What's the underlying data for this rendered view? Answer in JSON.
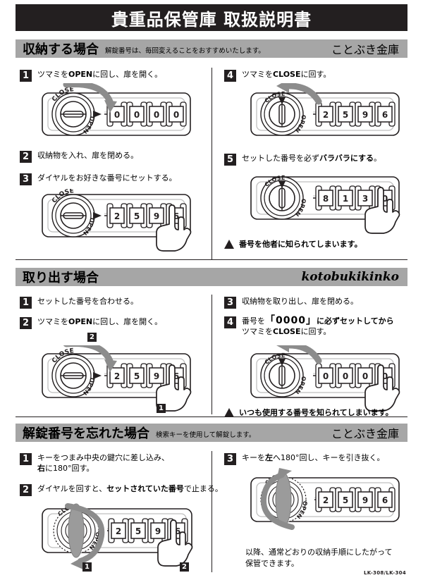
{
  "document": {
    "title": "貴重品保管庫 取扱説明書",
    "model_number": "LK-308/LK-304"
  },
  "sections": [
    {
      "id": "store",
      "heading": "収納する場合",
      "subheading": "解錠番号は、毎回変えることをおすすめいたします。",
      "brand": "ことぶき金庫",
      "brand_style": "japanese",
      "steps": [
        {
          "number": "1",
          "text_pre": "ツマミを",
          "bold": "OPEN",
          "text_post": "に回し、扉を開く。"
        },
        {
          "number": "2",
          "text_pre": "収納物を入れ、扉を閉める。",
          "bold": "",
          "text_post": ""
        },
        {
          "number": "3",
          "text_pre": "ダイヤルをお好きな番号にセットする。",
          "bold": "",
          "text_post": ""
        },
        {
          "number": "4",
          "text_pre": "ツマミを",
          "bold": "CLOSE",
          "text_post": "に回す。"
        },
        {
          "number": "5",
          "text_pre": "セットした番号を必ず",
          "bold": "バラバラにする",
          "text_post": "。"
        }
      ],
      "warning": "番号を他者に知られてしまいます。",
      "dials": {
        "step1": [
          "0",
          "0",
          "0",
          "0"
        ],
        "step3": [
          "2",
          "5",
          "9",
          "6"
        ],
        "step4": [
          "2",
          "5",
          "9",
          "6"
        ],
        "step5": [
          "8",
          "1",
          "3",
          "0"
        ]
      },
      "dial_labels": {
        "close": "CLOSE",
        "open": "OPEN"
      }
    },
    {
      "id": "retrieve",
      "heading": "取り出す場合",
      "subheading": "",
      "brand": "kotobukikinko",
      "brand_style": "roman-italic",
      "steps": [
        {
          "number": "1",
          "text_pre": "セットした番号を合わせる。",
          "bold": "",
          "text_post": ""
        },
        {
          "number": "2",
          "text_pre": "ツマミを",
          "bold": "OPEN",
          "text_post": "に回し、扉を開く。"
        },
        {
          "number": "3",
          "text_pre": "収納物を取り出し、扉を閉める。",
          "bold": "",
          "text_post": ""
        },
        {
          "number": "4",
          "text_pre": "番号を",
          "big": "「0000」",
          "text_mid": "に必ずセットしてから",
          "line2_pre": "ツマミを",
          "line2_bold": "CLOSE",
          "line2_post": "に回す。"
        }
      ],
      "warning": "いつも使用する番号を知られてしまいます。",
      "dials": {
        "step2": [
          "2",
          "5",
          "9",
          "6"
        ],
        "step4": [
          "0",
          "0",
          "0",
          "0"
        ]
      },
      "callouts": {
        "left_top": "2",
        "left_bottom": "1"
      }
    },
    {
      "id": "forgot",
      "heading": "解錠番号を忘れた場合",
      "subheading": "検索キーを使用して解錠します。",
      "brand": "ことぶき金庫",
      "brand_style": "japanese",
      "steps": [
        {
          "number": "1",
          "line1": "キーをつまみ中央の鍵穴に差し込み、",
          "line2_bold": "右",
          "line2_post": "に180°回す。"
        },
        {
          "number": "2",
          "text_pre": "ダイヤルを回すと、",
          "bold": "セットされていた番号",
          "text_post": "で止まる。"
        },
        {
          "number": "3",
          "text_pre": "キーを",
          "bold": "左",
          "text_post": "へ180°回し、キーを引き抜く。"
        }
      ],
      "closing_note_line1": "以降、通常どおりの収納手順にしたがって",
      "closing_note_line2": "保管できます。",
      "dials": {
        "step2": [
          "2",
          "5",
          "9",
          "6"
        ],
        "step3": [
          "2",
          "5",
          "9",
          "6"
        ]
      },
      "callouts": {
        "knob": "1",
        "dial": "2"
      }
    }
  ],
  "colors": {
    "title_bg": "#231f20",
    "band_bg": "#a6a6a6",
    "arrow_gray": "#8c8c8c",
    "line": "#231f20"
  }
}
